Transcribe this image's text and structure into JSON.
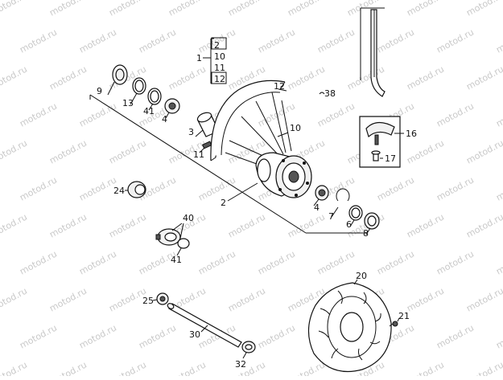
{
  "watermark": "motod.ru",
  "kit_box": {
    "number": "1",
    "members": [
      "2",
      "10",
      "11",
      "12"
    ]
  },
  "callouts": {
    "n2": "2",
    "n3": "3",
    "n4a": "4",
    "n4b": "4",
    "n6": "6",
    "n7": "7",
    "n8": "8",
    "n9": "9",
    "n10": "10",
    "n11": "11",
    "n12": "12",
    "n13": "13",
    "n16": "16",
    "n17": "17",
    "n20": "20",
    "n21": "21",
    "n24": "24",
    "n25": "25",
    "n30": "30",
    "n32": "32",
    "n38": "38",
    "n40": "40",
    "n41a": "41",
    "n41b": "41"
  }
}
